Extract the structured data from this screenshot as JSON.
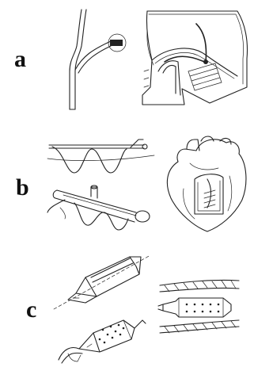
{
  "figure": {
    "panels": [
      {
        "letter": "a",
        "items": [
          "catheter-tip-detail",
          "heart-chamber-with-lead"
        ]
      },
      {
        "letter": "b",
        "items": [
          "wave-electrode-rod",
          "wave-electrode-tube",
          "heart-with-electrode"
        ]
      },
      {
        "letter": "c",
        "items": [
          "capsule-device-on-guidewire",
          "balloon-catheter-device",
          "vessel-implant-device"
        ]
      }
    ],
    "colors": {
      "ink": "#222222",
      "background": "#ffffff",
      "fill_dark": "#333333"
    }
  }
}
